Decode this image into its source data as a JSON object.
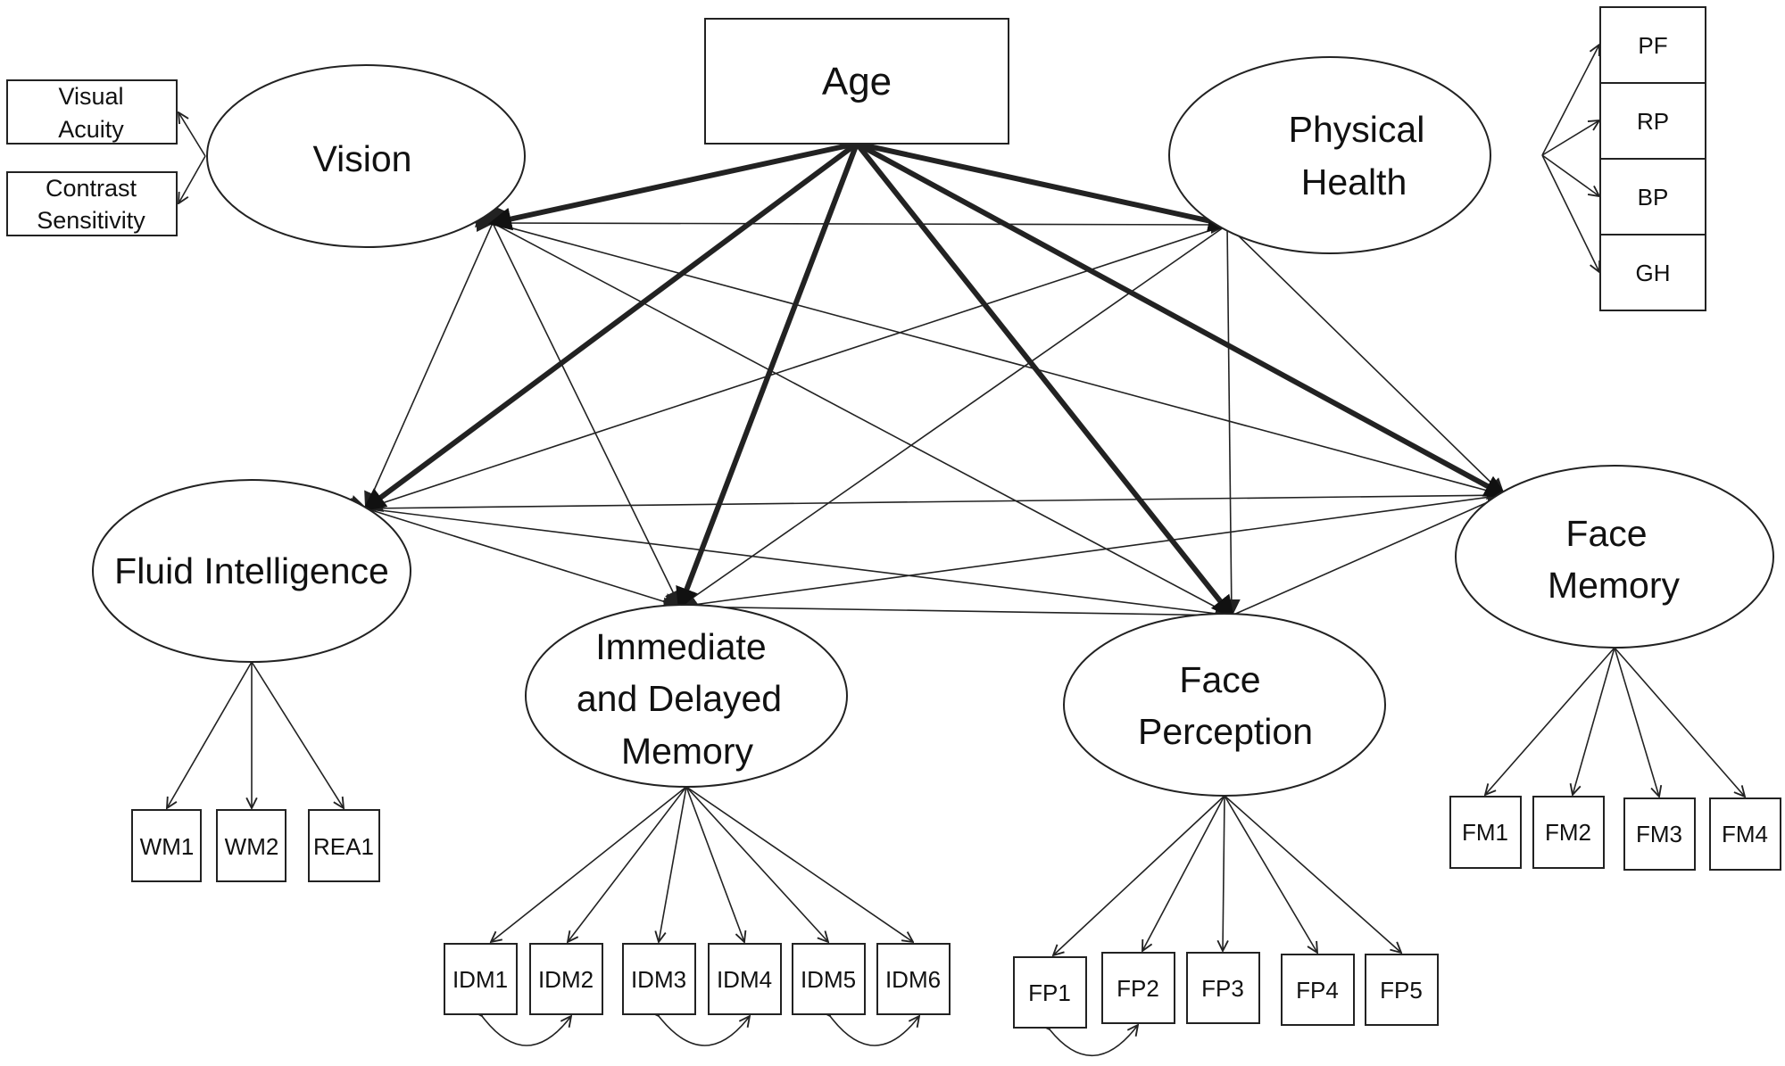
{
  "age": {
    "label": "Age"
  },
  "latents": {
    "vision": {
      "lines": [
        "Vision"
      ]
    },
    "physical_health": {
      "lines": [
        "Physical",
        "Health"
      ]
    },
    "fluid_intelligence": {
      "lines": [
        "Fluid Intelligence"
      ]
    },
    "immediate_delayed_memory": {
      "lines": [
        "Immediate",
        "and Delayed",
        "Memory"
      ]
    },
    "face_perception": {
      "lines": [
        "Face",
        "Perception"
      ]
    },
    "face_memory": {
      "lines": [
        "Face",
        "Memory"
      ]
    }
  },
  "indicators": {
    "vision": [
      [
        "Visual",
        "Acuity"
      ],
      [
        "Contrast",
        "Sensitivity"
      ]
    ],
    "physical_health": [
      "PF",
      "RP",
      "BP",
      "GH"
    ],
    "fluid_intelligence": [
      "WM1",
      "WM2",
      "REA1"
    ],
    "immediate_delayed_memory": [
      "IDM1",
      "IDM2",
      "IDM3",
      "IDM4",
      "IDM5",
      "IDM6"
    ],
    "face_perception": [
      "FP1",
      "FP2",
      "FP3",
      "FP4",
      "FP5"
    ],
    "face_memory": [
      "FM1",
      "FM2",
      "FM3",
      "FM4"
    ]
  }
}
